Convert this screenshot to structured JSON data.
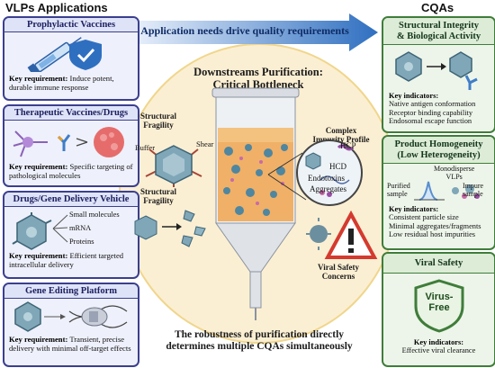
{
  "headers": {
    "left": "VLPs Applications",
    "right": "CQAs"
  },
  "arrow_text": "Application needs drive quality requirements",
  "center": {
    "title": "Downstreams Purification:",
    "subtitle": "Critical Bottleneck",
    "impurity_title_1": "Complex",
    "impurity_title_2": "Impurity Profile",
    "impurities": [
      "HCP",
      "HCD",
      "Endotoxins",
      "Aggregates"
    ],
    "fragility_1": "Structural",
    "fragility_2": "Fragility",
    "fragility_b1": "Structural",
    "fragility_b2": "Fragility",
    "buffer": "Buffer",
    "shear": "Shear",
    "viral_1": "Viral Safety",
    "viral_2": "Concerns",
    "bottom_1": "The robustness of purification directly",
    "bottom_2": "determines multiple CQAs simultaneously"
  },
  "left_boxes": [
    {
      "title": "Prophylactic Vaccines",
      "req_label": "Key requirement:",
      "req_text": " Induce potent, durable immune response"
    },
    {
      "title": "Therapeutic Vaccines/Drugs",
      "req_label": "Key requirement:",
      "req_text": " Specific targeting of pathological molecules"
    },
    {
      "title": "Drugs/Gene Delivery Vehicle",
      "req_label": "Key requirement:",
      "req_text": " Efficient targeted intracellular delivery",
      "cargo": [
        "Small molecules",
        "mRNA",
        "Proteins"
      ]
    },
    {
      "title": "Gene Editing Platform",
      "req_label": "Key requirement:",
      "req_text": " Transient, precise delivery with minimal off-target effects"
    }
  ],
  "right_boxes": [
    {
      "title_1": "Structural Integrity",
      "title_2": "& Biological Activity",
      "ind_label": "Key indicators:",
      "items": [
        "Native antigen conformation",
        "Receptor binding capability",
        "Endosomal escape function"
      ]
    },
    {
      "title_1": "Product Homogeneity",
      "title_2": "(Low Heterogeneity)",
      "ind_label": "Key indicators:",
      "items": [
        "Consistent particle size",
        "Minimal aggregates/fragments",
        "Low residual host impurities"
      ],
      "labels": {
        "purified_1": "Purified",
        "purified_2": "sample",
        "mono_1": "Monodisperse",
        "mono_2": "VLPs",
        "impure_1": "Impure",
        "impure_2": "sample"
      }
    },
    {
      "title_1": "Viral Safety",
      "title_2": "",
      "ind_label": "Key indicators:",
      "items": [
        "Effective viral clearance"
      ],
      "badge_1": "Virus-",
      "badge_2": "Free"
    }
  ],
  "colors": {
    "left_border": "#3b3f8f",
    "right_border": "#3f7d3a",
    "arrow": "#2f6fc0",
    "circle": "#fbefd3"
  }
}
